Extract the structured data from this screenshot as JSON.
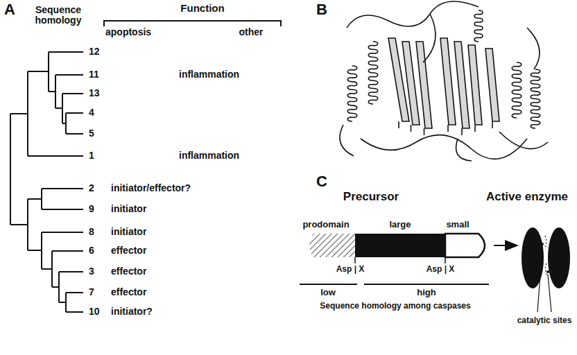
{
  "diagram": {
    "labels": [
      "A",
      "Sequence homology",
      "Function",
      "apoptosis",
      "other",
      "12",
      "11",
      "inflammation",
      "13",
      "4",
      "5",
      "1",
      "inflammation",
      "2",
      "initiator/effector?",
      "9",
      "initiator",
      "8",
      "initiator",
      "6",
      "effector",
      "3",
      "effector",
      "7",
      "effector",
      "10",
      "initiator?",
      "B",
      "C",
      "Precursor",
      "Active enzyme",
      "prodomain",
      "large",
      "small",
      "Asp | X",
      "Asp | X",
      "low",
      "high",
      "Sequence homology among caspases",
      "catalytic sites"
    ]
  }
}
